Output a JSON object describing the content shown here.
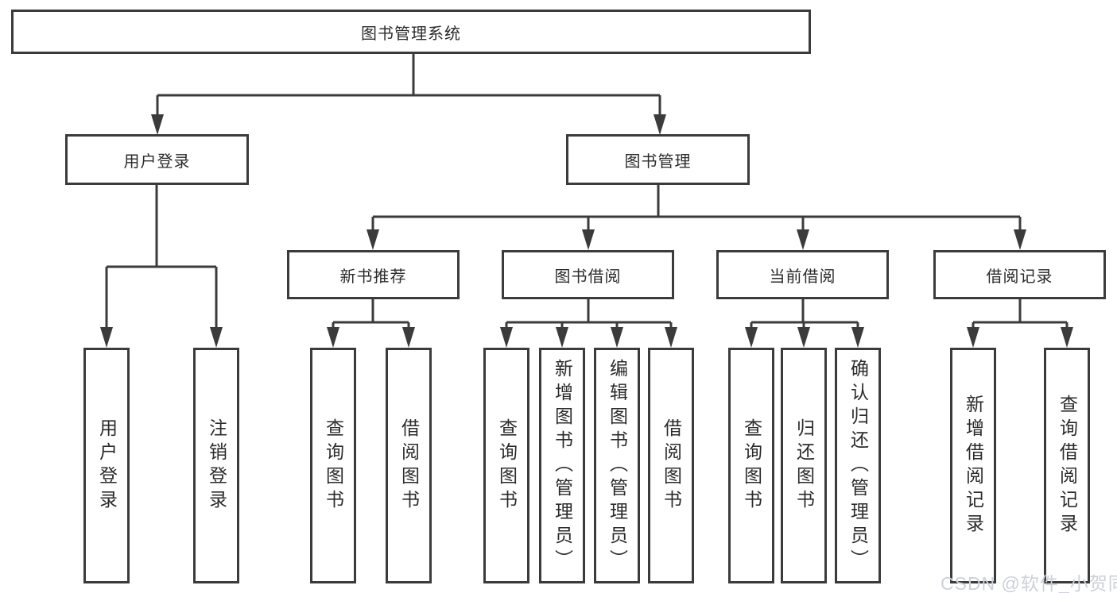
{
  "diagram": {
    "title_node": "图书管理系统",
    "root": {
      "label": "图书管理系统"
    },
    "level2": [
      {
        "label": "用户登录",
        "leaves": [
          "用户登录",
          "注销登录"
        ]
      },
      {
        "label": "图书管理"
      }
    ],
    "level3": [
      {
        "label": "新书推荐",
        "leaves": [
          "查询图书",
          "借阅图书"
        ]
      },
      {
        "label": "图书借阅",
        "leaves": [
          "查询图书",
          "新增图书（管理员）",
          "编辑图书（管理员）",
          "借阅图书"
        ]
      },
      {
        "label": "当前借阅",
        "leaves": [
          "查询图书",
          "归还图书",
          "确认归还（管理员）"
        ]
      },
      {
        "label": "借阅记录",
        "leaves": [
          "新增借阅记录",
          "查询借阅记录"
        ]
      }
    ],
    "line_color": "#3b3b3b",
    "text_color": "#2b2b2b",
    "background_color": "#ffffff"
  },
  "watermark": {
    "text": "CSDN @软件_小贺同学",
    "color": "#ccd0d9"
  }
}
